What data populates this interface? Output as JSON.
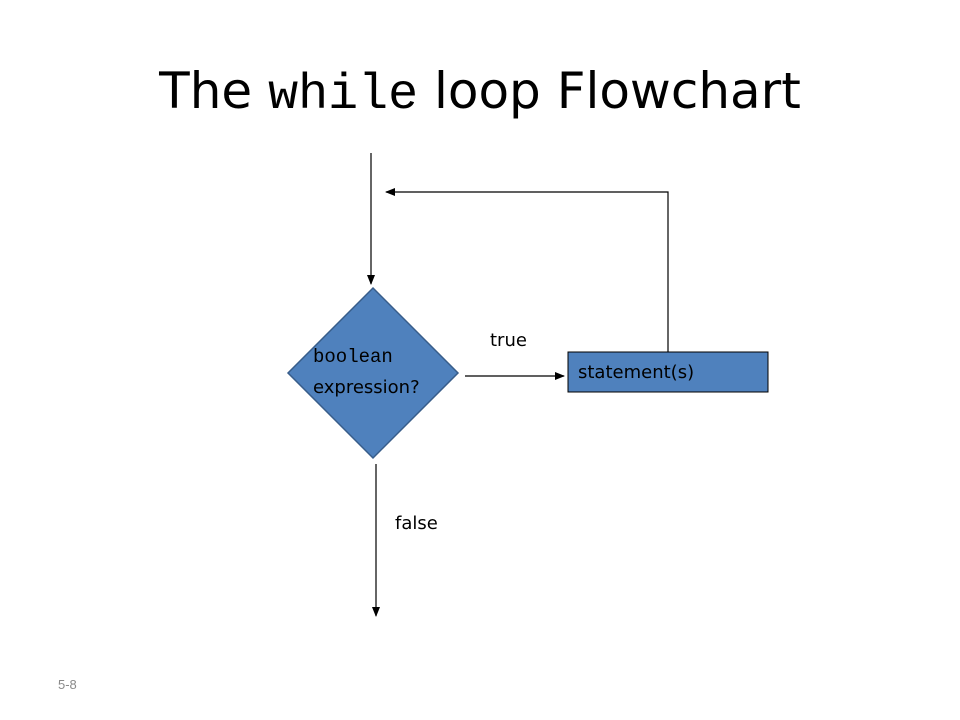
{
  "title": {
    "before": "The ",
    "code": "while",
    "after": " loop Flowchart"
  },
  "diagram": {
    "decision": {
      "line1": "boolean",
      "line2": "expression?"
    },
    "process": {
      "label": "statement(s)"
    },
    "branch_true": "true",
    "branch_false": "false"
  },
  "colors": {
    "shape_fill": "#4f81bd",
    "shape_stroke": "#385d8a",
    "line": "#000000"
  },
  "footer": {
    "slide_number": "5-8"
  }
}
